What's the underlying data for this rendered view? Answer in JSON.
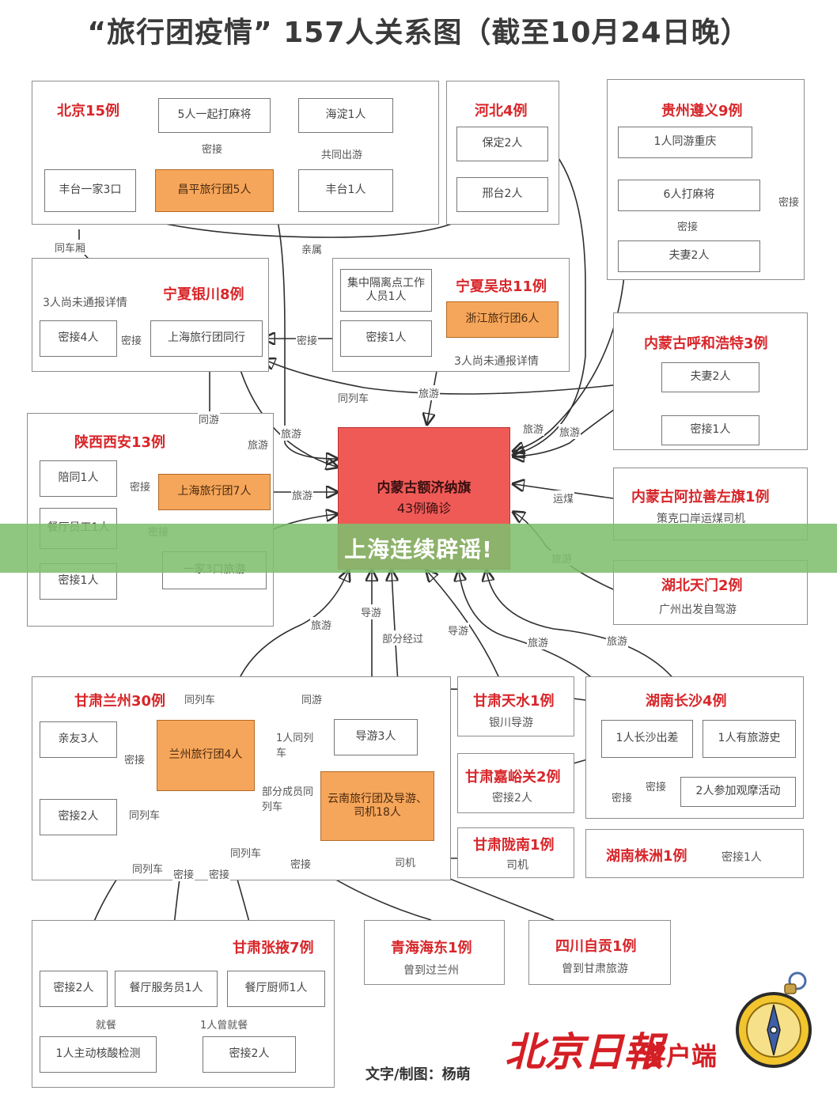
{
  "title": "“旅行团疫情” 157人关系图（截至10月24日晚）",
  "banner": "上海连续辟谣!",
  "credit": "文字/制图：杨萌",
  "logo": {
    "main": "北京日報",
    "sub": "客户端"
  },
  "center": {
    "name": "内蒙古额济纳旗",
    "sub": "43例确诊"
  },
  "colors": {
    "accent_red": "#d8262a",
    "orange_box": "#f6a65a",
    "center_box": "#ef5a57",
    "banner": "#80be6e"
  },
  "panels": {
    "beijing": {
      "title": "北京15例",
      "b1": "5人一起打麻将",
      "b2": "海淀1人",
      "b3": "丰台一家3口",
      "b4": "昌平旅行团5人",
      "b5": "丰台1人",
      "l1": "密接",
      "l2": "共同出游"
    },
    "hebei": {
      "title": "河北4例",
      "b1": "保定2人",
      "b2": "邢台2人"
    },
    "zunyi": {
      "title": "贵州遵义9例",
      "b1": "1人同游重庆",
      "b2": "6人打麻将",
      "b3": "夫妻2人",
      "l1": "密接",
      "l2": "密接"
    },
    "yinchuan": {
      "title": "宁夏银川8例",
      "note": "3人尚未通报详情",
      "b1": "密接4人",
      "b2": "上海旅行团同行",
      "l1": "密接"
    },
    "wuzhong": {
      "title": "宁夏吴忠11例",
      "b1": "集中隔离点工作人员1人",
      "b2": "密接1人",
      "b3": "浙江旅行团6人",
      "note": "3人尚未通报详情"
    },
    "hohhot": {
      "title": "内蒙古呼和浩特3例",
      "b1": "夫妻2人",
      "b2": "密接1人"
    },
    "xian": {
      "title": "陕西西安13例",
      "b1": "陪同1人",
      "b2": "上海旅行团7人",
      "b3": "餐厅员工1人",
      "b4": "密接1人",
      "b5": "一家3口旅游",
      "l1": "密接",
      "l2": "密接"
    },
    "alxa": {
      "title": "内蒙古阿拉善左旗1例",
      "sub": "策克口岸运煤司机"
    },
    "tianmen": {
      "title": "湖北天门2例",
      "sub": "广州出发自驾游"
    },
    "lanzhou": {
      "title": "甘肃兰州30例",
      "b1": "亲友3人",
      "b2": "兰州旅行团4人",
      "b3": "导游3人",
      "b4": "密接2人",
      "b5": "云南旅行团及导游、司机18人",
      "l1": "密接",
      "l2": "1人同列车",
      "l3": "部分成员同列车",
      "l4": "同列车"
    },
    "tianshui": {
      "title": "甘肃天水1例",
      "sub": "银川导游"
    },
    "jiayuguan": {
      "title": "甘肃嘉峪关2例",
      "sub": "密接2人"
    },
    "longnan": {
      "title": "甘肃陇南1例",
      "sub": "司机"
    },
    "changsha": {
      "title": "湖南长沙4例",
      "b1": "1人长沙出差",
      "b2": "1人有旅游史",
      "b3": "2人参加观摩活动",
      "l1": "密接",
      "l2": "密接"
    },
    "zhuzhou": {
      "title": "湖南株洲1例",
      "sub": "密接1人"
    },
    "zhangye": {
      "title": "甘肃张掖7例",
      "b1": "密接2人",
      "b2": "餐厅服务员1人",
      "b3": "餐厅厨师1人",
      "b4": "1人主动核酸检测",
      "b5": "密接2人",
      "l1": "就餐",
      "l2": "1人曾就餐"
    },
    "haidong": {
      "title": "青海海东1例",
      "sub": "曾到过兰州"
    },
    "zigong": {
      "title": "四川自贡1例",
      "sub": "曾到甘肃旅游"
    }
  },
  "links": {
    "same_car": "同车厢",
    "relative": "亲属",
    "close1": "密接",
    "same_train1": "同列车",
    "travel1": "旅游",
    "same_tour": "同游",
    "travel2": "旅游",
    "travel3": "旅游",
    "travel4": "旅游",
    "travel5": "旅游",
    "travel6": "旅游",
    "coal": "运煤",
    "travel7": "旅游",
    "travel8": "旅游",
    "guide1": "导游",
    "partial": "部分经过",
    "guide2": "导游",
    "travel9": "旅游",
    "travel10": "旅游",
    "same_train2": "同列车",
    "same_tour2": "同游",
    "same_train3": "同列车",
    "same_train4": "同列车",
    "close2": "密接",
    "close3": "密接",
    "close4": "密接",
    "driver": "司机"
  }
}
